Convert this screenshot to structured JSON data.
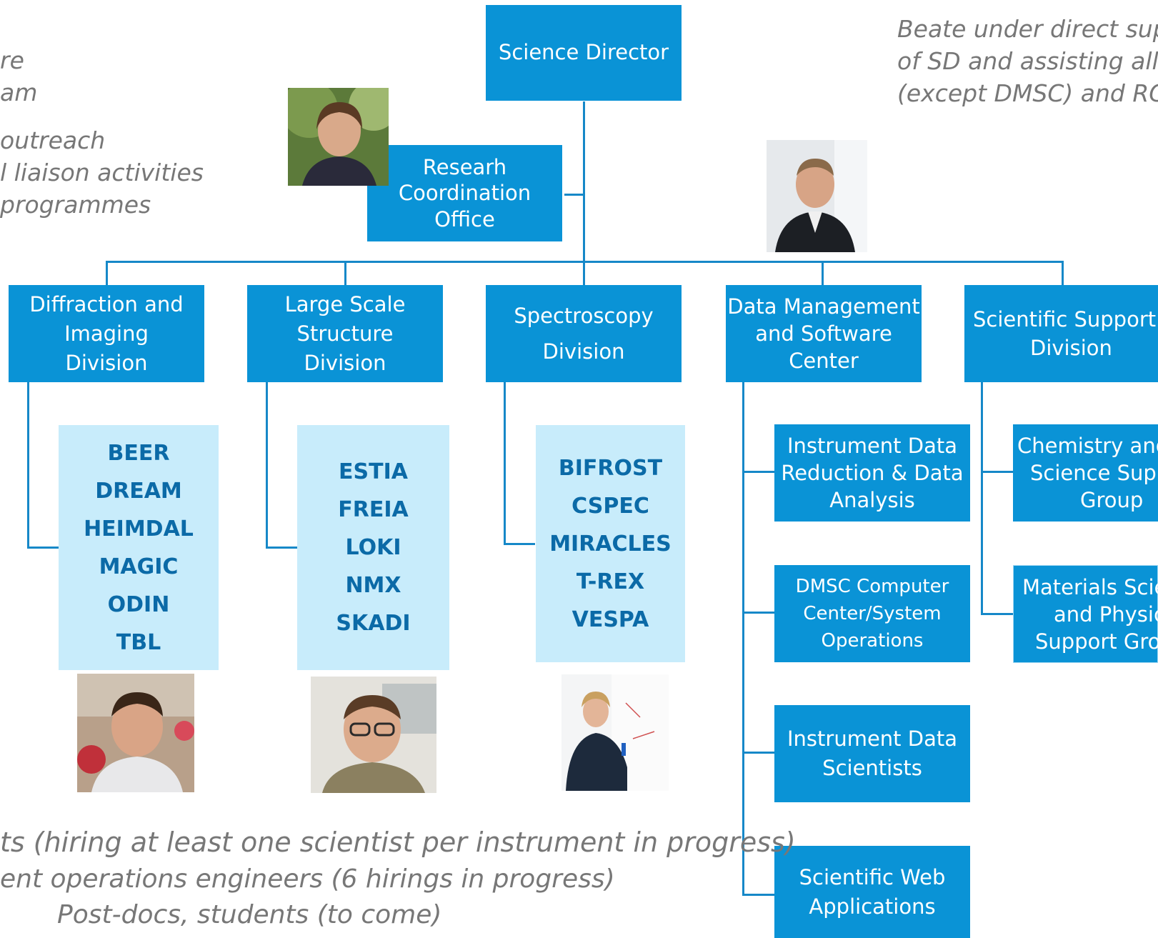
{
  "notes": {
    "top_left": [
      "re",
      "am",
      "outreach",
      "l liaison activities",
      "programmes"
    ],
    "top_right": [
      "Beate under direct supe",
      "of SD and assisting all",
      "(except DMSC) and RC"
    ],
    "bottom": [
      "ts (hiring at least one scientist per instrument in progress)",
      "ent operations engineers (6 hirings in progress)",
      "Post-docs, students (to come)"
    ]
  },
  "director": {
    "label": "Science Director"
  },
  "rco": {
    "lines": [
      "Researh",
      "Coordination",
      "Office"
    ]
  },
  "divisions": [
    {
      "lines": [
        "Diffraction and",
        "Imaging",
        "Division"
      ]
    },
    {
      "lines": [
        "Large Scale",
        "Structure",
        "Division"
      ]
    },
    {
      "lines": [
        "Spectroscopy",
        "Division"
      ]
    },
    {
      "lines": [
        "Data Management",
        "and Software",
        "Center"
      ]
    },
    {
      "lines": [
        "Scientific Support",
        "Division"
      ]
    }
  ],
  "instruments": [
    [
      "BEER",
      "DREAM",
      "HEIMDAL",
      "MAGIC",
      "ODIN",
      "TBL"
    ],
    [
      "ESTIA",
      "FREIA",
      "LOKI",
      "NMX",
      "SKADI"
    ],
    [
      "BIFROST",
      "CSPEC",
      "MIRACLES",
      "T-REX",
      "VESPA"
    ]
  ],
  "dmsc_groups": [
    {
      "lines": [
        "Instrument Data",
        "Reduction &  Data",
        "Analysis"
      ]
    },
    {
      "lines": [
        "DMSC  Computer",
        "Center/System",
        "Operations"
      ]
    },
    {
      "lines": [
        "Instrument Data",
        "Scientists"
      ]
    },
    {
      "lines": [
        "Scientific Web",
        "Applications"
      ]
    }
  ],
  "support_groups": [
    {
      "lines": [
        "Chemistry and",
        "Science Supp",
        "Group"
      ]
    },
    {
      "lines": [
        "Materials  Scie",
        "and Physic",
        "Support Gro"
      ]
    }
  ],
  "colors": {
    "box": "#0a93d6",
    "instrument_bg": "#c8ecfb",
    "instrument_text": "#0b6aa7",
    "note": "#777777"
  }
}
